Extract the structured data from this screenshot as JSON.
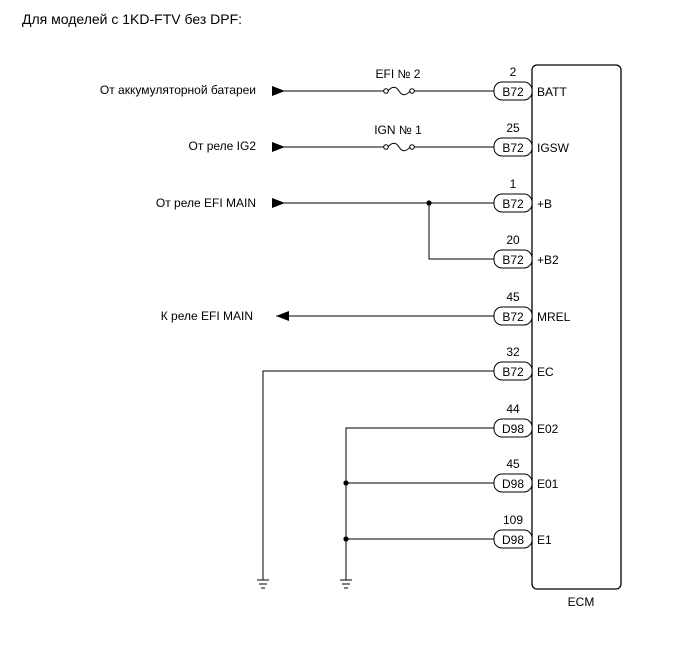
{
  "title": "Для моделей с 1KD-FTV без DPF:",
  "ecm_label": "ECM",
  "inputs": [
    {
      "label": "От аккумуляторной батареи",
      "fuse": "EFI № 2",
      "pin": "2",
      "connector": "B72",
      "terminal": "BATT",
      "direction": "in"
    },
    {
      "label": "От реле IG2",
      "fuse": "IGN № 1",
      "pin": "25",
      "connector": "B72",
      "terminal": "IGSW",
      "direction": "in"
    },
    {
      "label": "От реле EFI MAIN",
      "fuse": "",
      "pin": "1",
      "connector": "B72",
      "terminal": "+B",
      "direction": "in"
    },
    {
      "label": "",
      "fuse": "",
      "pin": "20",
      "connector": "B72",
      "terminal": "+B2",
      "direction": "in"
    },
    {
      "label": "К реле EFI MAIN",
      "fuse": "",
      "pin": "45",
      "connector": "B72",
      "terminal": "MREL",
      "direction": "out"
    },
    {
      "label": "",
      "fuse": "",
      "pin": "32",
      "connector": "B72",
      "terminal": "EC",
      "direction": "ground"
    },
    {
      "label": "",
      "fuse": "",
      "pin": "44",
      "connector": "D98",
      "terminal": "E02",
      "direction": "ground"
    },
    {
      "label": "",
      "fuse": "",
      "pin": "45",
      "connector": "D98",
      "terminal": "E01",
      "direction": "ground"
    },
    {
      "label": "",
      "fuse": "",
      "pin": "109",
      "connector": "D98",
      "terminal": "E1",
      "direction": "ground"
    }
  ]
}
